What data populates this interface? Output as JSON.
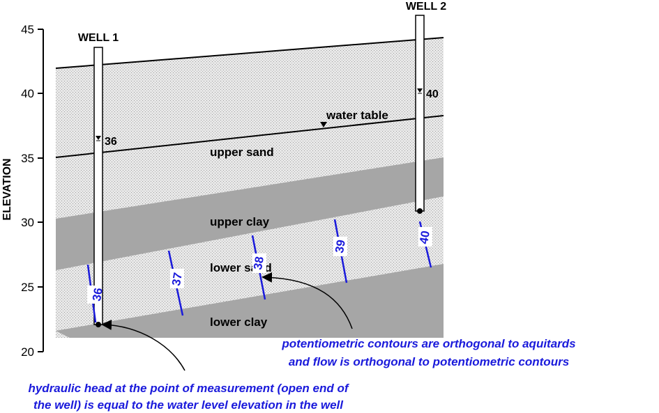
{
  "axis": {
    "title": "ELEVATION",
    "ticks": [
      "45",
      "40",
      "35",
      "30",
      "25",
      "20"
    ]
  },
  "wells": [
    {
      "label": "WELL 1",
      "water_level": "36"
    },
    {
      "label": "WELL 2",
      "water_level": "40"
    }
  ],
  "layers": {
    "water_table": "water table",
    "upper_sand": "upper sand",
    "upper_clay": "upper clay",
    "lower_sand": "lower sand",
    "lower_clay": "lower clay"
  },
  "contours": [
    "36",
    "37",
    "38",
    "39",
    "40"
  ],
  "notes": {
    "aquitard_line1": "potentiometric contours are orthogonal to aquitards",
    "aquitard_line2": "and flow is orthogonal to potentiometric contours",
    "head_line1": "hydraulic head at the point of measurement (open end of",
    "head_line2": "the well) is equal to the water level elevation in the well"
  },
  "colors": {
    "sand_bg": "#e6e6e6",
    "clay": "#a6a6a6",
    "contour": "#1a1adb",
    "note_text": "#1a1adb"
  }
}
